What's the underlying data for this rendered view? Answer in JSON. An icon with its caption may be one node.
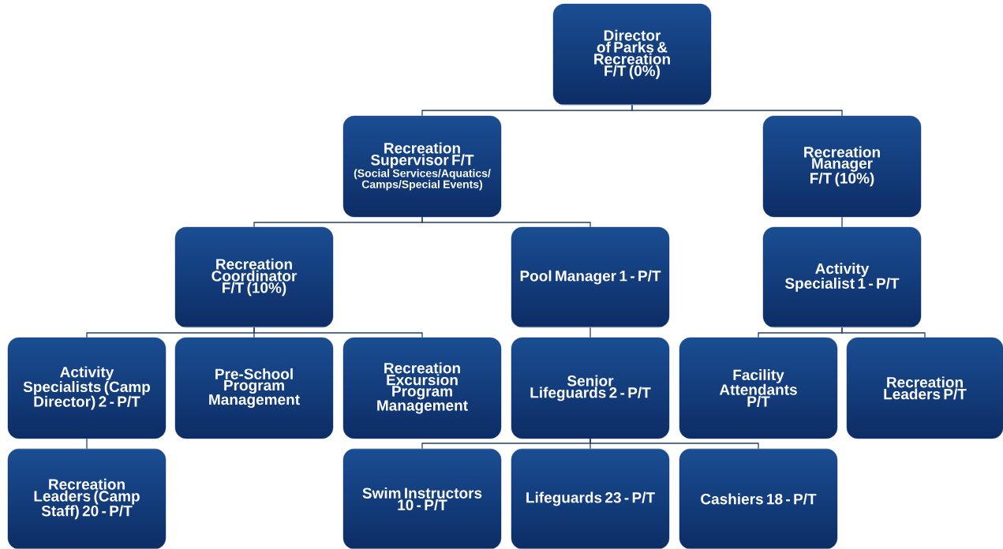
{
  "diagram": {
    "nodes": [
      {
        "text": [
          "Director of Parks & Recreation F/T (0%)"
        ]
      },
      {
        "text": [
          "Recreation Supervisor F/T",
          "(Social Services/Aquatics/ Camps/Special Events)"
        ]
      },
      {
        "text": [
          "Recreation Manager F/T (10%)"
        ]
      },
      {
        "text": [
          "Recreation Coordinator F/T (10%)"
        ]
      },
      {
        "text": [
          "Pool Manager 1 - P/T"
        ]
      },
      {
        "text": [
          "Activity Specialist 1 - P/T"
        ]
      },
      {
        "text": [
          "Activity Specialists (Camp Director) 2 - P/T"
        ]
      },
      {
        "text": [
          "Pre-School Program Management"
        ]
      },
      {
        "text": [
          "Recreation Excursion Program Management"
        ]
      },
      {
        "text": [
          "Senior Lifeguards 2 - P/T"
        ]
      },
      {
        "text": [
          "Facility Attendants P/T"
        ]
      },
      {
        "text": [
          "Recreation Leaders P/T"
        ]
      },
      {
        "text": [
          "Recreation Leaders (Camp Staff) 20 - P/T"
        ]
      },
      {
        "text": [
          "Swim Instructors 10 - P/T"
        ]
      },
      {
        "text": [
          "Lifeguards 23 - P/T"
        ]
      },
      {
        "text": [
          "Cashiers 18 - P/T"
        ]
      }
    ],
    "edges": [
      {
        "from": 0,
        "to": 1,
        "arrow": "none"
      },
      {
        "from": 0,
        "to": 2,
        "arrow": "none"
      },
      {
        "from": 1,
        "to": 3,
        "arrow": "none"
      },
      {
        "from": 1,
        "to": 4,
        "arrow": "none"
      },
      {
        "from": 2,
        "to": 5,
        "arrow": "none"
      },
      {
        "from": 3,
        "to": 6,
        "arrow": "none"
      },
      {
        "from": 3,
        "to": 7,
        "arrow": "none"
      },
      {
        "from": 3,
        "to": 8,
        "arrow": "none"
      },
      {
        "from": 4,
        "to": 9,
        "arrow": "none"
      },
      {
        "from": 5,
        "to": 10,
        "arrow": "none"
      },
      {
        "from": 5,
        "to": 11,
        "arrow": "none"
      },
      {
        "from": 6,
        "to": 12,
        "arrow": "none"
      },
      {
        "from": 9,
        "to": 13,
        "arrow": "none"
      },
      {
        "from": 9,
        "to": 14,
        "arrow": "none"
      },
      {
        "from": 9,
        "to": 15,
        "arrow": "none"
      }
    ]
  }
}
